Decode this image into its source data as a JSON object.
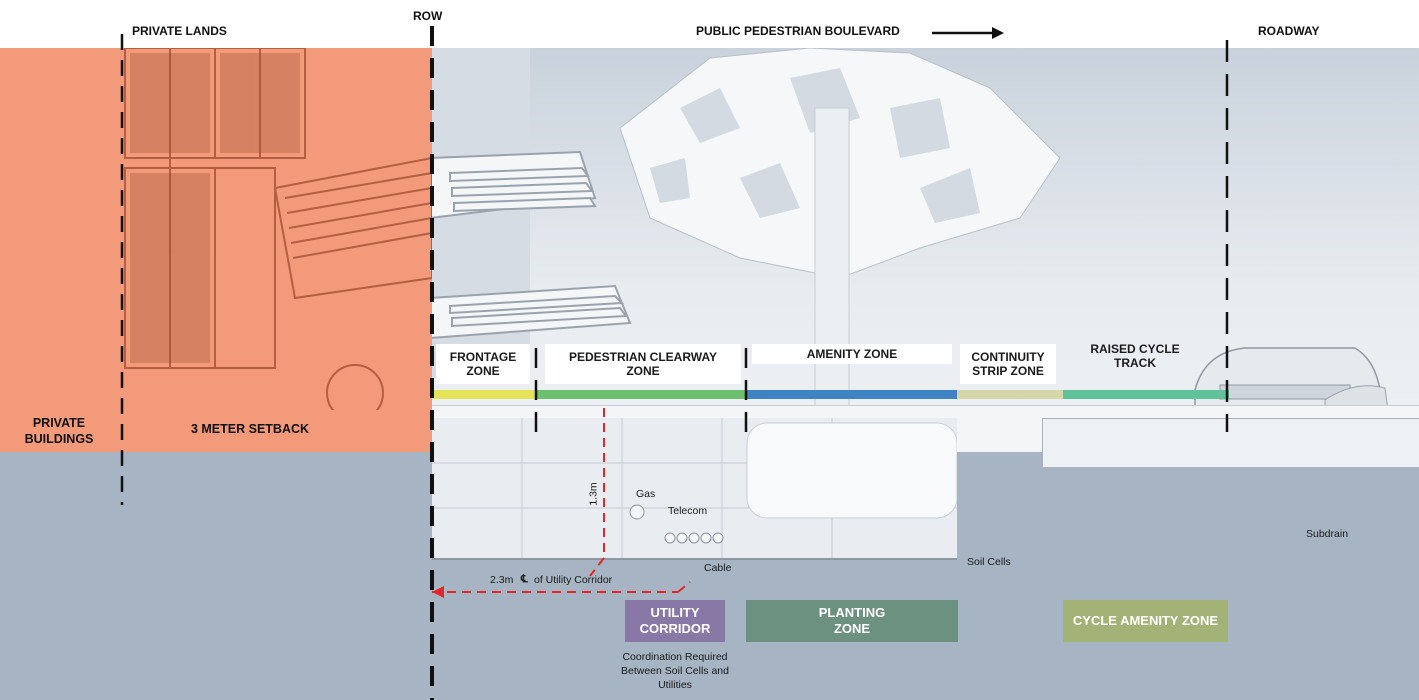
{
  "header": {
    "private_lands": "PRIVATE LANDS",
    "row": "ROW",
    "public_pedestrian_boulevard": "PUBLIC PEDESTRIAN BOULEVARD",
    "roadway": "ROADWAY"
  },
  "zones": {
    "frontage": "FRONTAGE ZONE",
    "pedestrian_clearway": "PEDESTRIAN CLEARWAY ZONE",
    "amenity": "AMENITY ZONE",
    "continuity_strip": "CONTINUITY STRIP ZONE",
    "raised_cycle_track": "RAISED CYCLE TRACK"
  },
  "private": {
    "buildings": "PRIVATE BUILDINGS",
    "setback": "3 METER SETBACK"
  },
  "utilities": {
    "depth": "1.3m",
    "gas": "Gas",
    "telecom": "Telecom",
    "cable": "Cable",
    "corridor_offset": "2.3m",
    "corridor_centerline": "of Utility Corridor",
    "soil_cells": "Soil Cells",
    "subdrain": "Subdrain"
  },
  "boxes": {
    "utility_corridor": "UTILITY CORRIDOR",
    "planting_zone": "PLANTING ZONE",
    "cycle_amenity_zone": "CYCLE AMENITY ZONE",
    "coordination_note": "Coordination Required Between Soil Cells and Utilities"
  },
  "colors": {
    "private_orange": "#f29a7a",
    "ground_blue": "#a6b4c3",
    "sky": "#dde3ea",
    "frontage_bar": "#e4e35a",
    "clearway_bar": "#6cc06e",
    "amenity_bar": "#3f83c4",
    "continuity_bar": "#d5d6a9",
    "cycle_bar": "#5fc29a",
    "utility_box": "#8878a6",
    "planting_box": "#6d9180",
    "cycle_amenity_box": "#a3b377",
    "dashed_red": "#e0282a"
  }
}
